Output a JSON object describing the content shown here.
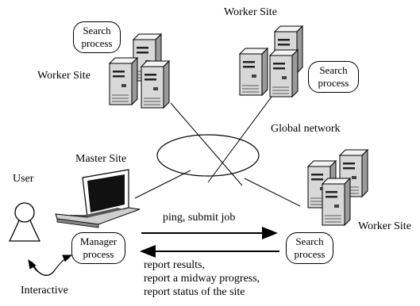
{
  "sites": {
    "worker_top_left": {
      "label": "Worker Site",
      "bubble_line1": "Search",
      "bubble_line2": "process"
    },
    "worker_top_right": {
      "label": "Worker Site",
      "bubble_line1": "Search",
      "bubble_line2": "process"
    },
    "worker_right": {
      "label": "Worker Site",
      "bubble_line1": "Search",
      "bubble_line2": "process"
    },
    "master": {
      "label": "Master Site",
      "bubble_line1": "Manager",
      "bubble_line2": "process"
    }
  },
  "network": {
    "label": "Global network"
  },
  "user": {
    "label": "User",
    "interaction_label": "Interactive"
  },
  "messages": {
    "to_worker": "ping, submit job",
    "from_worker_line1": "report results,",
    "from_worker_line2": "report a midway progress,",
    "from_worker_line3": "report status of the site"
  }
}
